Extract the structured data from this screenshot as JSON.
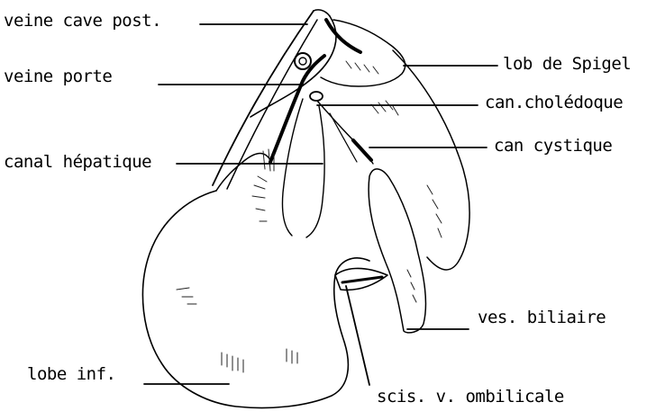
{
  "diagram": {
    "labels": {
      "veine_cave": "veine cave post.",
      "veine_porte": "veine porte",
      "canal_hepatique": "canal hépatique",
      "lobe_inf": "lobe inf.",
      "lob_spigel": "lob de Spigel",
      "can_choledoque": "can.cholédoque",
      "can_cystique": "can cystique",
      "ves_biliaire": "ves. biliaire",
      "scis_ombilicale": "scis. v. ombilicale"
    },
    "ink_color": "#000000",
    "paper_color": "#ffffff"
  }
}
